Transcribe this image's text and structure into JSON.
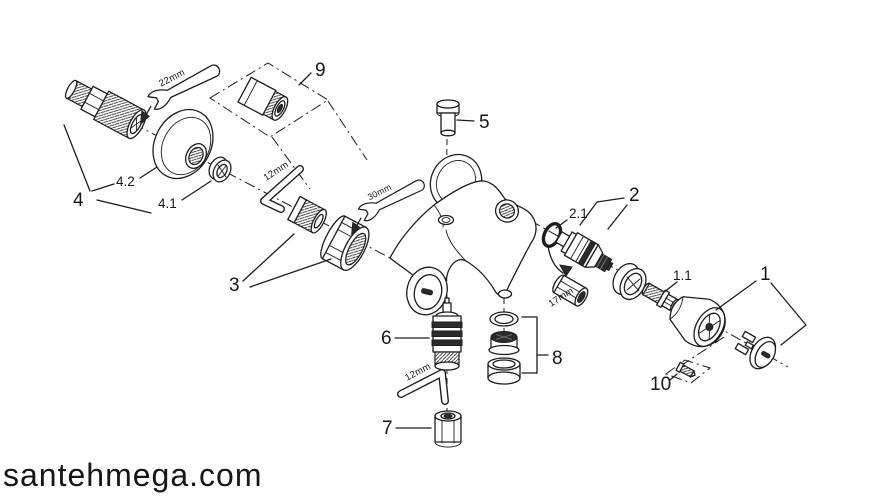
{
  "diagram": {
    "background": "#ffffff",
    "line_color": "#1d1d1d",
    "watermark": {
      "text": "santehmega.com",
      "color": "#c7c7c7"
    },
    "part_labels": {
      "p1": "1",
      "p1_1": "1.1",
      "p2": "2",
      "p2_1": "2.1",
      "p3": "3",
      "p4": "4",
      "p4_1": "4.1",
      "p4_2": "4.2",
      "p5": "5",
      "p6": "6",
      "p7": "7",
      "p8": "8",
      "p9": "9",
      "p10": "10"
    },
    "tool_labels": {
      "wrench_22": "22mm",
      "allen_key_upper": "12mm",
      "wrench_30": "30mm",
      "socket_17": "17mm",
      "allen_key_lower": "12mm"
    }
  }
}
